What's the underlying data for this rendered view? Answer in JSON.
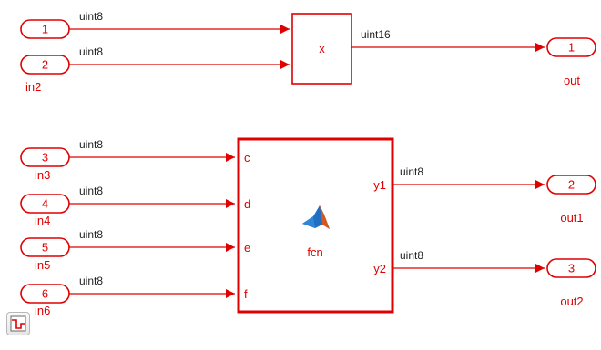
{
  "inports": [
    {
      "number": "1",
      "name": ""
    },
    {
      "number": "2",
      "name": "in2"
    },
    {
      "number": "3",
      "name": "in3"
    },
    {
      "number": "4",
      "name": "in4"
    },
    {
      "number": "5",
      "name": "in5"
    },
    {
      "number": "6",
      "name": "in6"
    }
  ],
  "outports": [
    {
      "number": "1",
      "name": "out"
    },
    {
      "number": "2",
      "name": "out1"
    },
    {
      "number": "3",
      "name": "out2"
    }
  ],
  "product_block": {
    "symbol": "x"
  },
  "fcn_block": {
    "name": "fcn",
    "inputs": [
      "c",
      "d",
      "e",
      "f"
    ],
    "outputs": [
      "y1",
      "y2"
    ]
  },
  "signal_types": {
    "in1": "uint8",
    "in2": "uint8",
    "product_out": "uint16",
    "in3": "uint8",
    "in4": "uint8",
    "in5": "uint8",
    "in6": "uint8",
    "y1": "uint8",
    "y2": "uint8"
  },
  "colors": {
    "block": "#e00000",
    "signal_label": "#222222"
  },
  "icons": {
    "fcn": "matlab-logo-icon",
    "corner": "step-signal-icon"
  }
}
